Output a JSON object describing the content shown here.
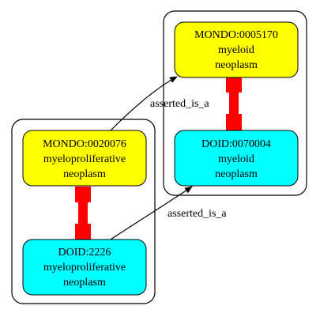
{
  "colors": {
    "mondo_fill": "#ffff00",
    "doid_fill": "#00ffff",
    "equivalence_link": "#ff0000",
    "stroke": "#000000"
  },
  "nodes": {
    "mondo_0005170": [
      "MONDO:0005170",
      "myeloid",
      "neoplasm"
    ],
    "doid_0070004": [
      "DOID:0070004",
      "myeloid",
      "neoplasm"
    ],
    "mondo_0020076": [
      "MONDO:0020076",
      "myeloproliferative",
      "neoplasm"
    ],
    "doid_2226": [
      "DOID:2226",
      "myeloproliferative",
      "neoplasm"
    ]
  },
  "edges": {
    "upper_label": "asserted_is_a",
    "lower_label": "asserted_is_a"
  }
}
